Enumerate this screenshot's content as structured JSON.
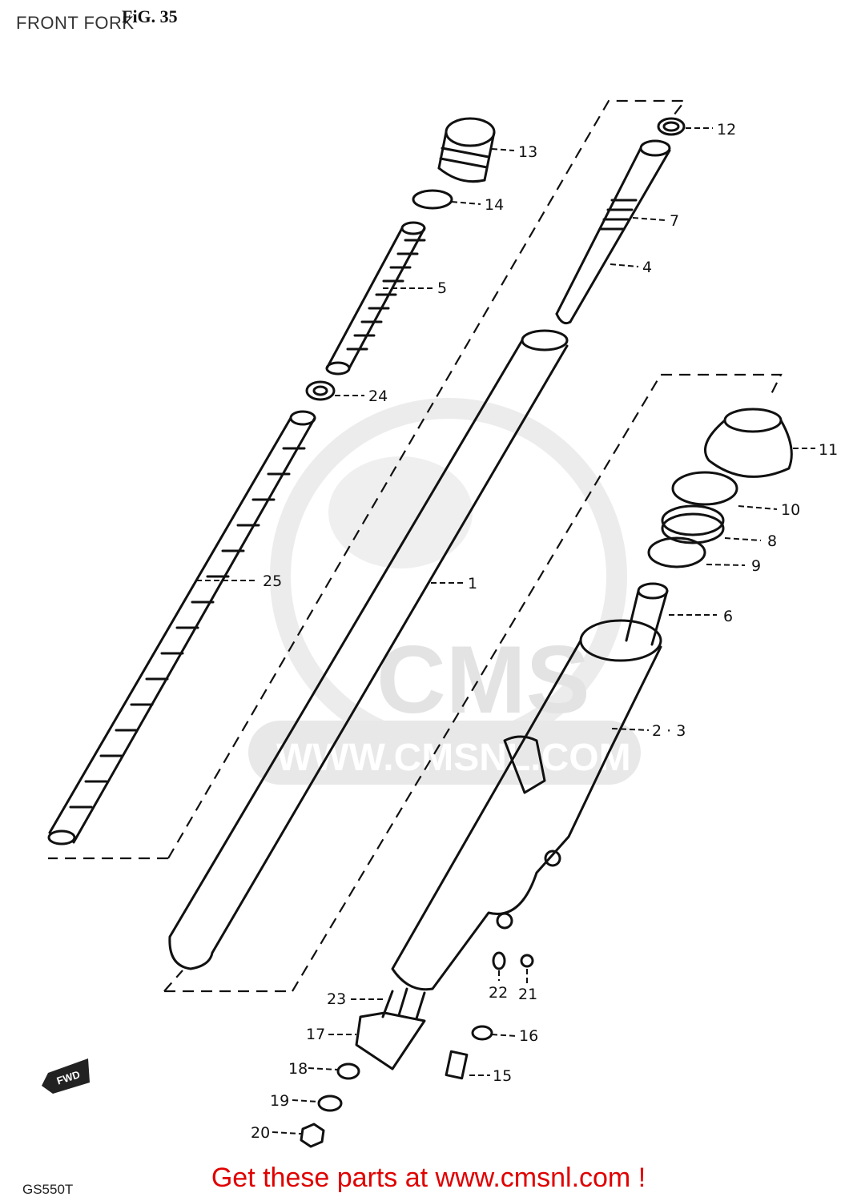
{
  "header": {
    "title": "FRONT FORK",
    "figure": "FiG. 35"
  },
  "watermark": {
    "text": "CMS",
    "url": "WWW.CMSNL.COM",
    "color": "#e6e6e6"
  },
  "footer": {
    "text": "Get these parts at www.cmsnl.com !",
    "color": "#e00000"
  },
  "model_code": "GS550T",
  "direction_badge": "FWD",
  "parts": [
    {
      "number": "1"
    },
    {
      "number": "2 · 3"
    },
    {
      "number": "4"
    },
    {
      "number": "5"
    },
    {
      "number": "6"
    },
    {
      "number": "7"
    },
    {
      "number": "8"
    },
    {
      "number": "9"
    },
    {
      "number": "10"
    },
    {
      "number": "11"
    },
    {
      "number": "12"
    },
    {
      "number": "13"
    },
    {
      "number": "14"
    },
    {
      "number": "15"
    },
    {
      "number": "16"
    },
    {
      "number": "17"
    },
    {
      "number": "18"
    },
    {
      "number": "19"
    },
    {
      "number": "20"
    },
    {
      "number": "21"
    },
    {
      "number": "22"
    },
    {
      "number": "23"
    },
    {
      "number": "24"
    },
    {
      "number": "25"
    }
  ]
}
